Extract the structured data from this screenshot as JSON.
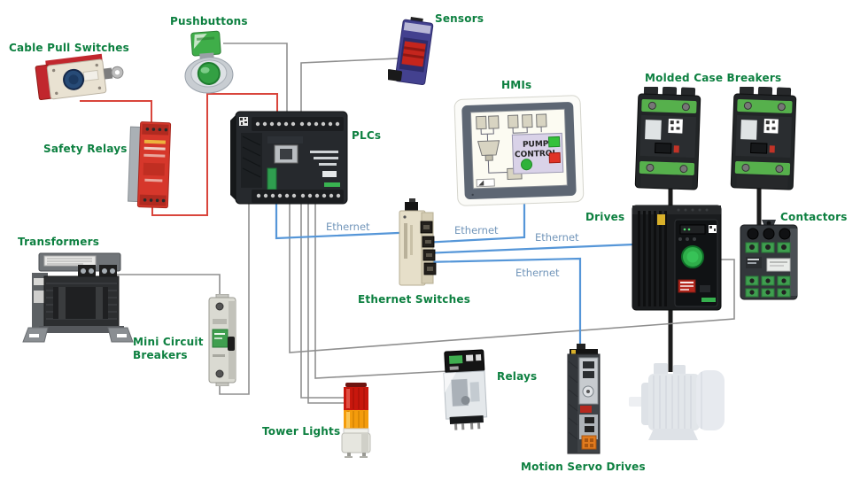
{
  "diagram": {
    "labels": {
      "cable_pull_switches": "Cable Pull Switches",
      "pushbuttons": "Pushbuttons",
      "sensors": "Sensors",
      "hmis": "HMIs",
      "molded_case_breakers": "Molded Case Breakers",
      "plcs": "PLCs",
      "safety_relays": "Safety Relays",
      "transformers": "Transformers",
      "mini_circuit_breakers_line1": "Mini Circuit",
      "mini_circuit_breakers_line2": "Breakers",
      "ethernet_switches": "Ethernet Switches",
      "drives": "Drives",
      "contactors": "Contactors",
      "relays": "Relays",
      "tower_lights": "Tower Lights",
      "motion_servo_drives": "Motion Servo Drives"
    },
    "ethernet_links": [
      {
        "label": "Ethernet",
        "from": "PLCs",
        "to": "Ethernet Switches"
      },
      {
        "label": "Ethernet",
        "from": "HMIs",
        "to": "Ethernet Switches"
      },
      {
        "label": "Ethernet",
        "from": "Ethernet Switches",
        "to": "Drives"
      },
      {
        "label": "Ethernet",
        "from": "Ethernet Switches",
        "to": "Motion Servo Drives"
      }
    ],
    "wired_connections": [
      "Cable Pull Switches - Safety Relays",
      "Safety Relays - PLCs",
      "Pushbuttons - PLCs",
      "Sensors - PLCs",
      "Transformers - Mini Circuit Breakers",
      "Mini Circuit Breakers - PLCs",
      "PLCs - Drives",
      "PLCs - Tower Lights",
      "PLCs - Relays",
      "Molded Case Breakers - Drives",
      "Molded Case Breakers - Contactors",
      "Drives - Motor"
    ],
    "hmi_screen": {
      "line1": "PUMP",
      "line2": "CONTROL"
    },
    "colors": {
      "label_green": "#0d8040",
      "ethernet_text": "#7296ba",
      "wire_red": "#d9453c",
      "wire_gray": "#8f8f8f",
      "wire_blue": "#5596d8",
      "wire_black": "#1b1b1b",
      "background": "#ffffff"
    }
  }
}
